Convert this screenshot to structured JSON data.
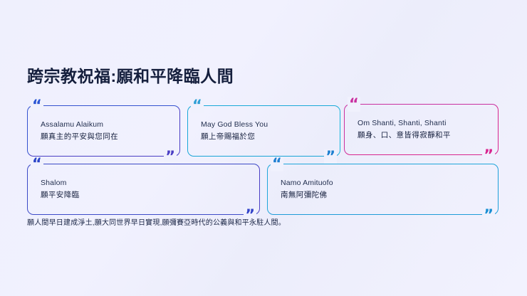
{
  "theme": {
    "background": "#f0f1fd",
    "title_color": "#151f3d",
    "text_color": "#1b2a4a"
  },
  "header": {
    "title": "跨宗教祝福:願和平降臨人間"
  },
  "quote_marks": {
    "open": "“",
    "close": "”"
  },
  "cards": [
    {
      "id": "card-1",
      "english": "Assalamu Alaikum",
      "chinese": "願真主的平安與您同在",
      "accent": "#3352cf",
      "accent_end": "#4a3ec4"
    },
    {
      "id": "card-2",
      "english": "May God Bless You",
      "chinese": "願上帝賜福於您",
      "accent": "#19a9d8",
      "accent_end": "#1d7fd0"
    },
    {
      "id": "card-3",
      "english": "Om Shanti, Shanti, Shanti",
      "chinese": "願身、口、意皆得寂靜和平",
      "accent": "#c930a0",
      "accent_end": "#d8258f"
    },
    {
      "id": "card-4",
      "english": "Shalom",
      "chinese": "願平安降臨",
      "accent": "#3b49c6",
      "accent_end": "#4a3ec4"
    },
    {
      "id": "card-5",
      "english": "Namo Amituofo",
      "chinese": "南無阿彌陀佛",
      "accent": "#1fa6db",
      "accent_end": "#1e9bd8"
    }
  ],
  "footer": {
    "text": "願人間早日建成淨土,願大同世界早日實現,願彌賽亞時代的公義與和平永駐人間。"
  }
}
